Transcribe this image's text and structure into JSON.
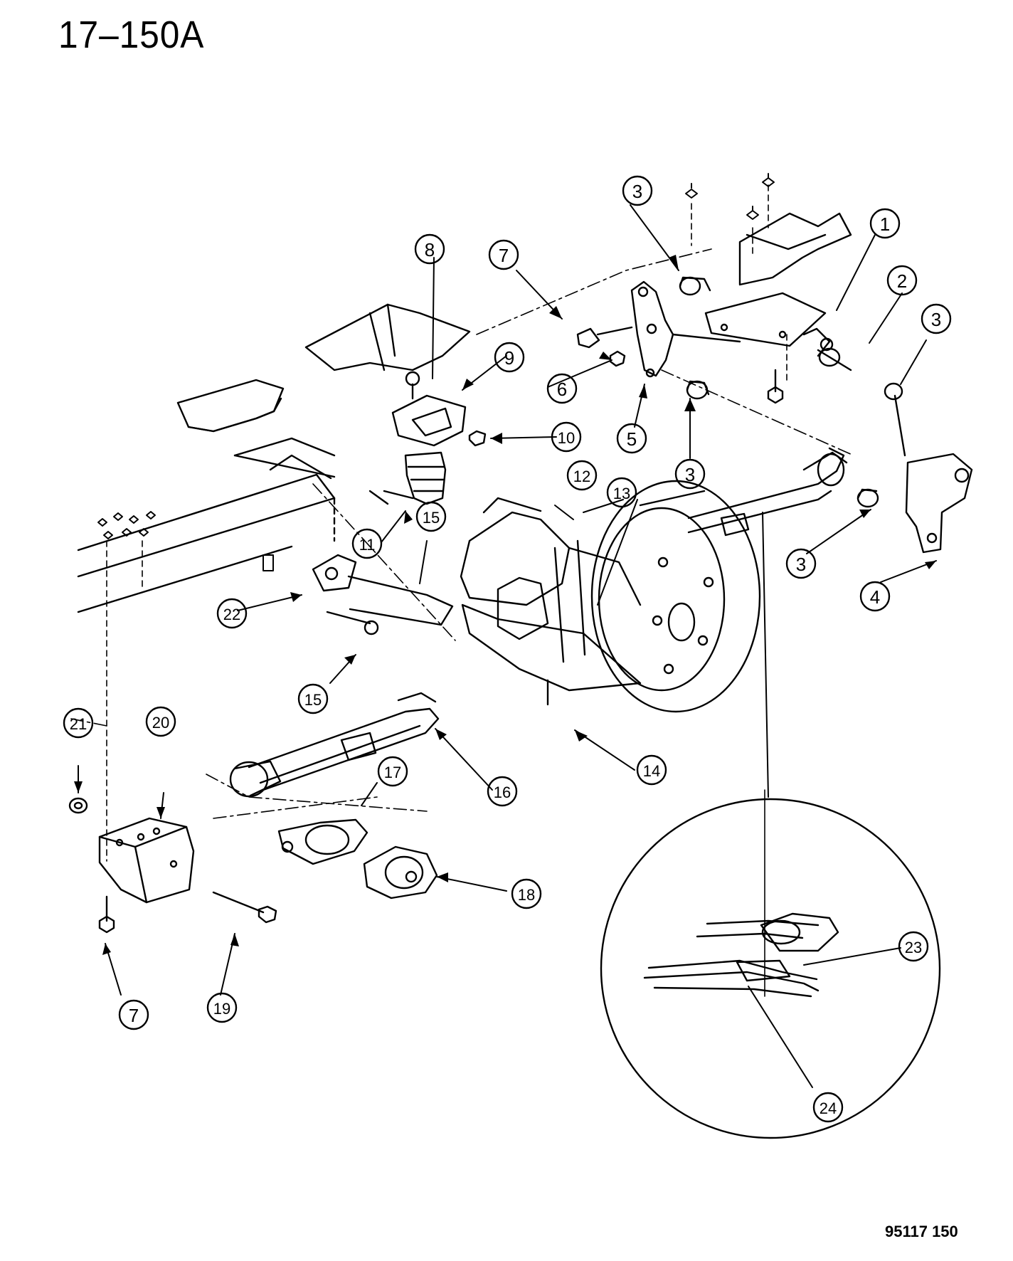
{
  "diagram": {
    "title": "17–150A",
    "footer_code": "95117 150",
    "callouts": [
      "1",
      "2",
      "3",
      "3",
      "3",
      "3",
      "4",
      "5",
      "6",
      "7",
      "7",
      "8",
      "9",
      "10",
      "11",
      "12",
      "13",
      "14",
      "15",
      "15",
      "16",
      "17",
      "18",
      "19",
      "20",
      "21",
      "22",
      "23",
      "24"
    ]
  }
}
